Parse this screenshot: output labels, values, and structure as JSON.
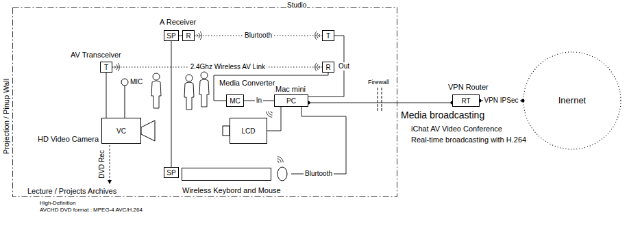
{
  "diagram": {
    "nodes": [
      {
        "text": [
          "Studio"
        ]
      },
      {
        "text": [
          "SP"
        ],
        "in": 0
      },
      {
        "text": [
          "R"
        ],
        "in": 0
      },
      {
        "text": [
          "T"
        ],
        "in": 0
      },
      {
        "text": [
          "AV Transceiver",
          "T"
        ],
        "in": 0
      },
      {
        "text": [
          "R"
        ],
        "in": 0
      },
      {
        "text": [
          "Media Converter",
          "MC"
        ],
        "in": 0
      },
      {
        "text": [
          "Mac mini",
          "PC"
        ],
        "in": 0
      },
      {
        "text": [
          "VC",
          "HD Video Camera"
        ],
        "in": 0
      },
      {
        "text": [
          "LCD"
        ],
        "in": 0
      },
      {
        "text": [
          "SP"
        ],
        "in": 0
      },
      {
        "text": [
          "Wireless Keybord and Mouse"
        ],
        "in": 0
      },
      {
        "text": [
          "VPN Router",
          "RT"
        ]
      },
      {
        "text": [
          "Inernet"
        ]
      }
    ],
    "edges": [
      {
        "from": 1,
        "to": 2,
        "arrow": "none"
      },
      {
        "from": 2,
        "to": 3,
        "label": "Blurtooth",
        "arrow": "none"
      },
      {
        "from": 4,
        "to": 5,
        "label": "2.4Ghz Wireless AV Link",
        "arrow": "none"
      },
      {
        "from": 3,
        "to": 7,
        "label": "Out",
        "arrow": "none"
      },
      {
        "from": 5,
        "to": 6,
        "arrow": "none"
      },
      {
        "from": 6,
        "to": 7,
        "label": "In",
        "arrow": "none"
      },
      {
        "from": 7,
        "to": 9,
        "arrow": "none"
      },
      {
        "from": 7,
        "to": 12,
        "arrow": "none"
      },
      {
        "from": 12,
        "to": 13,
        "label": "VPN IPSec",
        "arrow": "none"
      },
      {
        "from": 11,
        "to": 7,
        "label": "Blurtooth",
        "arrow": "none"
      },
      {
        "from": 1,
        "to": 10,
        "arrow": "none"
      },
      {
        "from": 4,
        "to": 8,
        "arrow": "none"
      }
    ],
    "labels": [
      "A Receiver",
      "Projection / Pinup Wall",
      "MIC",
      "DVD Rec",
      "Lecture / Projects Archives",
      "Firewall",
      "Media broadcasting",
      "iChat AV Video Conference",
      "Real-time broadcasting with H.264",
      "High-Definition",
      "AVCHD DVD format : MPEG-4 AVC/H.264"
    ]
  }
}
